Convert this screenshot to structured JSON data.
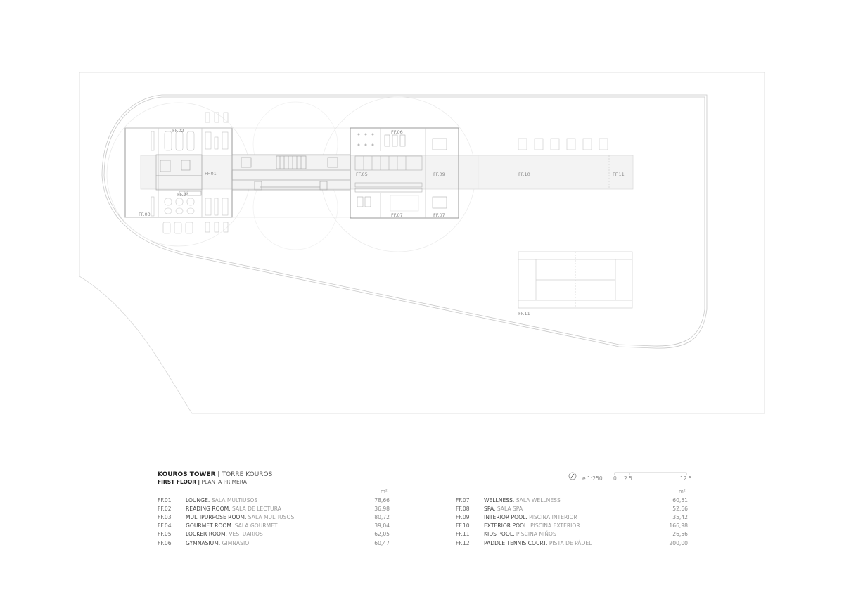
{
  "title": {
    "project_en": "KOUROS TOWER",
    "project_es": "TORRE KOUROS",
    "floor_en": "FIRST FLOOR",
    "floor_es": "PLANTA PRIMERA",
    "separator": "|"
  },
  "scale": {
    "label": "e 1:250",
    "ticks": [
      "0",
      "2.5",
      "12.5"
    ],
    "north_icon": "north-arrow-icon"
  },
  "unit": "m²",
  "rooms_left": [
    {
      "code": "FF.01",
      "name_en": "LOUNGE",
      "name_es": "SALA MULTIUSOS",
      "area": "78,66"
    },
    {
      "code": "FF.02",
      "name_en": "READING ROOM",
      "name_es": "SALA DE LECTURA",
      "area": "36,98"
    },
    {
      "code": "FF.03",
      "name_en": "MULTIPURPOSE ROOM",
      "name_es": "SALA MULTIUSOS",
      "area": "80,72"
    },
    {
      "code": "FF.04",
      "name_en": "GOURMET ROOM",
      "name_es": "SALA GOURMET",
      "area": "39,04"
    },
    {
      "code": "FF.05",
      "name_en": "LOCKER ROOM",
      "name_es": "VESTUARIOS",
      "area": "62,05"
    },
    {
      "code": "FF.06",
      "name_en": "GYMNASIUM",
      "name_es": "GIMNASIO",
      "area": "60,47"
    }
  ],
  "rooms_right": [
    {
      "code": "FF.07",
      "name_en": "WELLNESS",
      "name_es": "SALA WELLNESS",
      "area": "60,51"
    },
    {
      "code": "FF.08",
      "name_en": "SPA",
      "name_es": "SALA SPA",
      "area": "52,66"
    },
    {
      "code": "FF.09",
      "name_en": "INTERIOR POOL",
      "name_es": "PISCINA INTERIOR",
      "area": "35,42"
    },
    {
      "code": "FF.10",
      "name_en": "EXTERIOR POOL",
      "name_es": "PISCINA EXTERIOR",
      "area": "166,98"
    },
    {
      "code": "FF.11",
      "name_en": "KIDS POOL",
      "name_es": "PISCINA NIÑOS",
      "area": "26,56"
    },
    {
      "code": "FF.12",
      "name_en": "PADDLE TENNIS COURT",
      "name_es": "PISTA DE PÁDEL",
      "area": "200,00"
    }
  ],
  "plan_labels": {
    "ff01": "FF.01",
    "ff02": "FF.02",
    "ff03": "FF.03",
    "ff04": "FF.04",
    "ff05": "FF.05",
    "ff06": "FF.06",
    "ff07a": "FF.07",
    "ff07b": "FF.07",
    "ff09": "FF.09",
    "ff10": "FF.10",
    "ff11": "FF.11",
    "ff11court": "FF.11"
  },
  "colors": {
    "line": "#cfcfcf",
    "dark_line": "#9a9a9a",
    "pool_fill": "#f1f1f1",
    "text": "#222222"
  }
}
